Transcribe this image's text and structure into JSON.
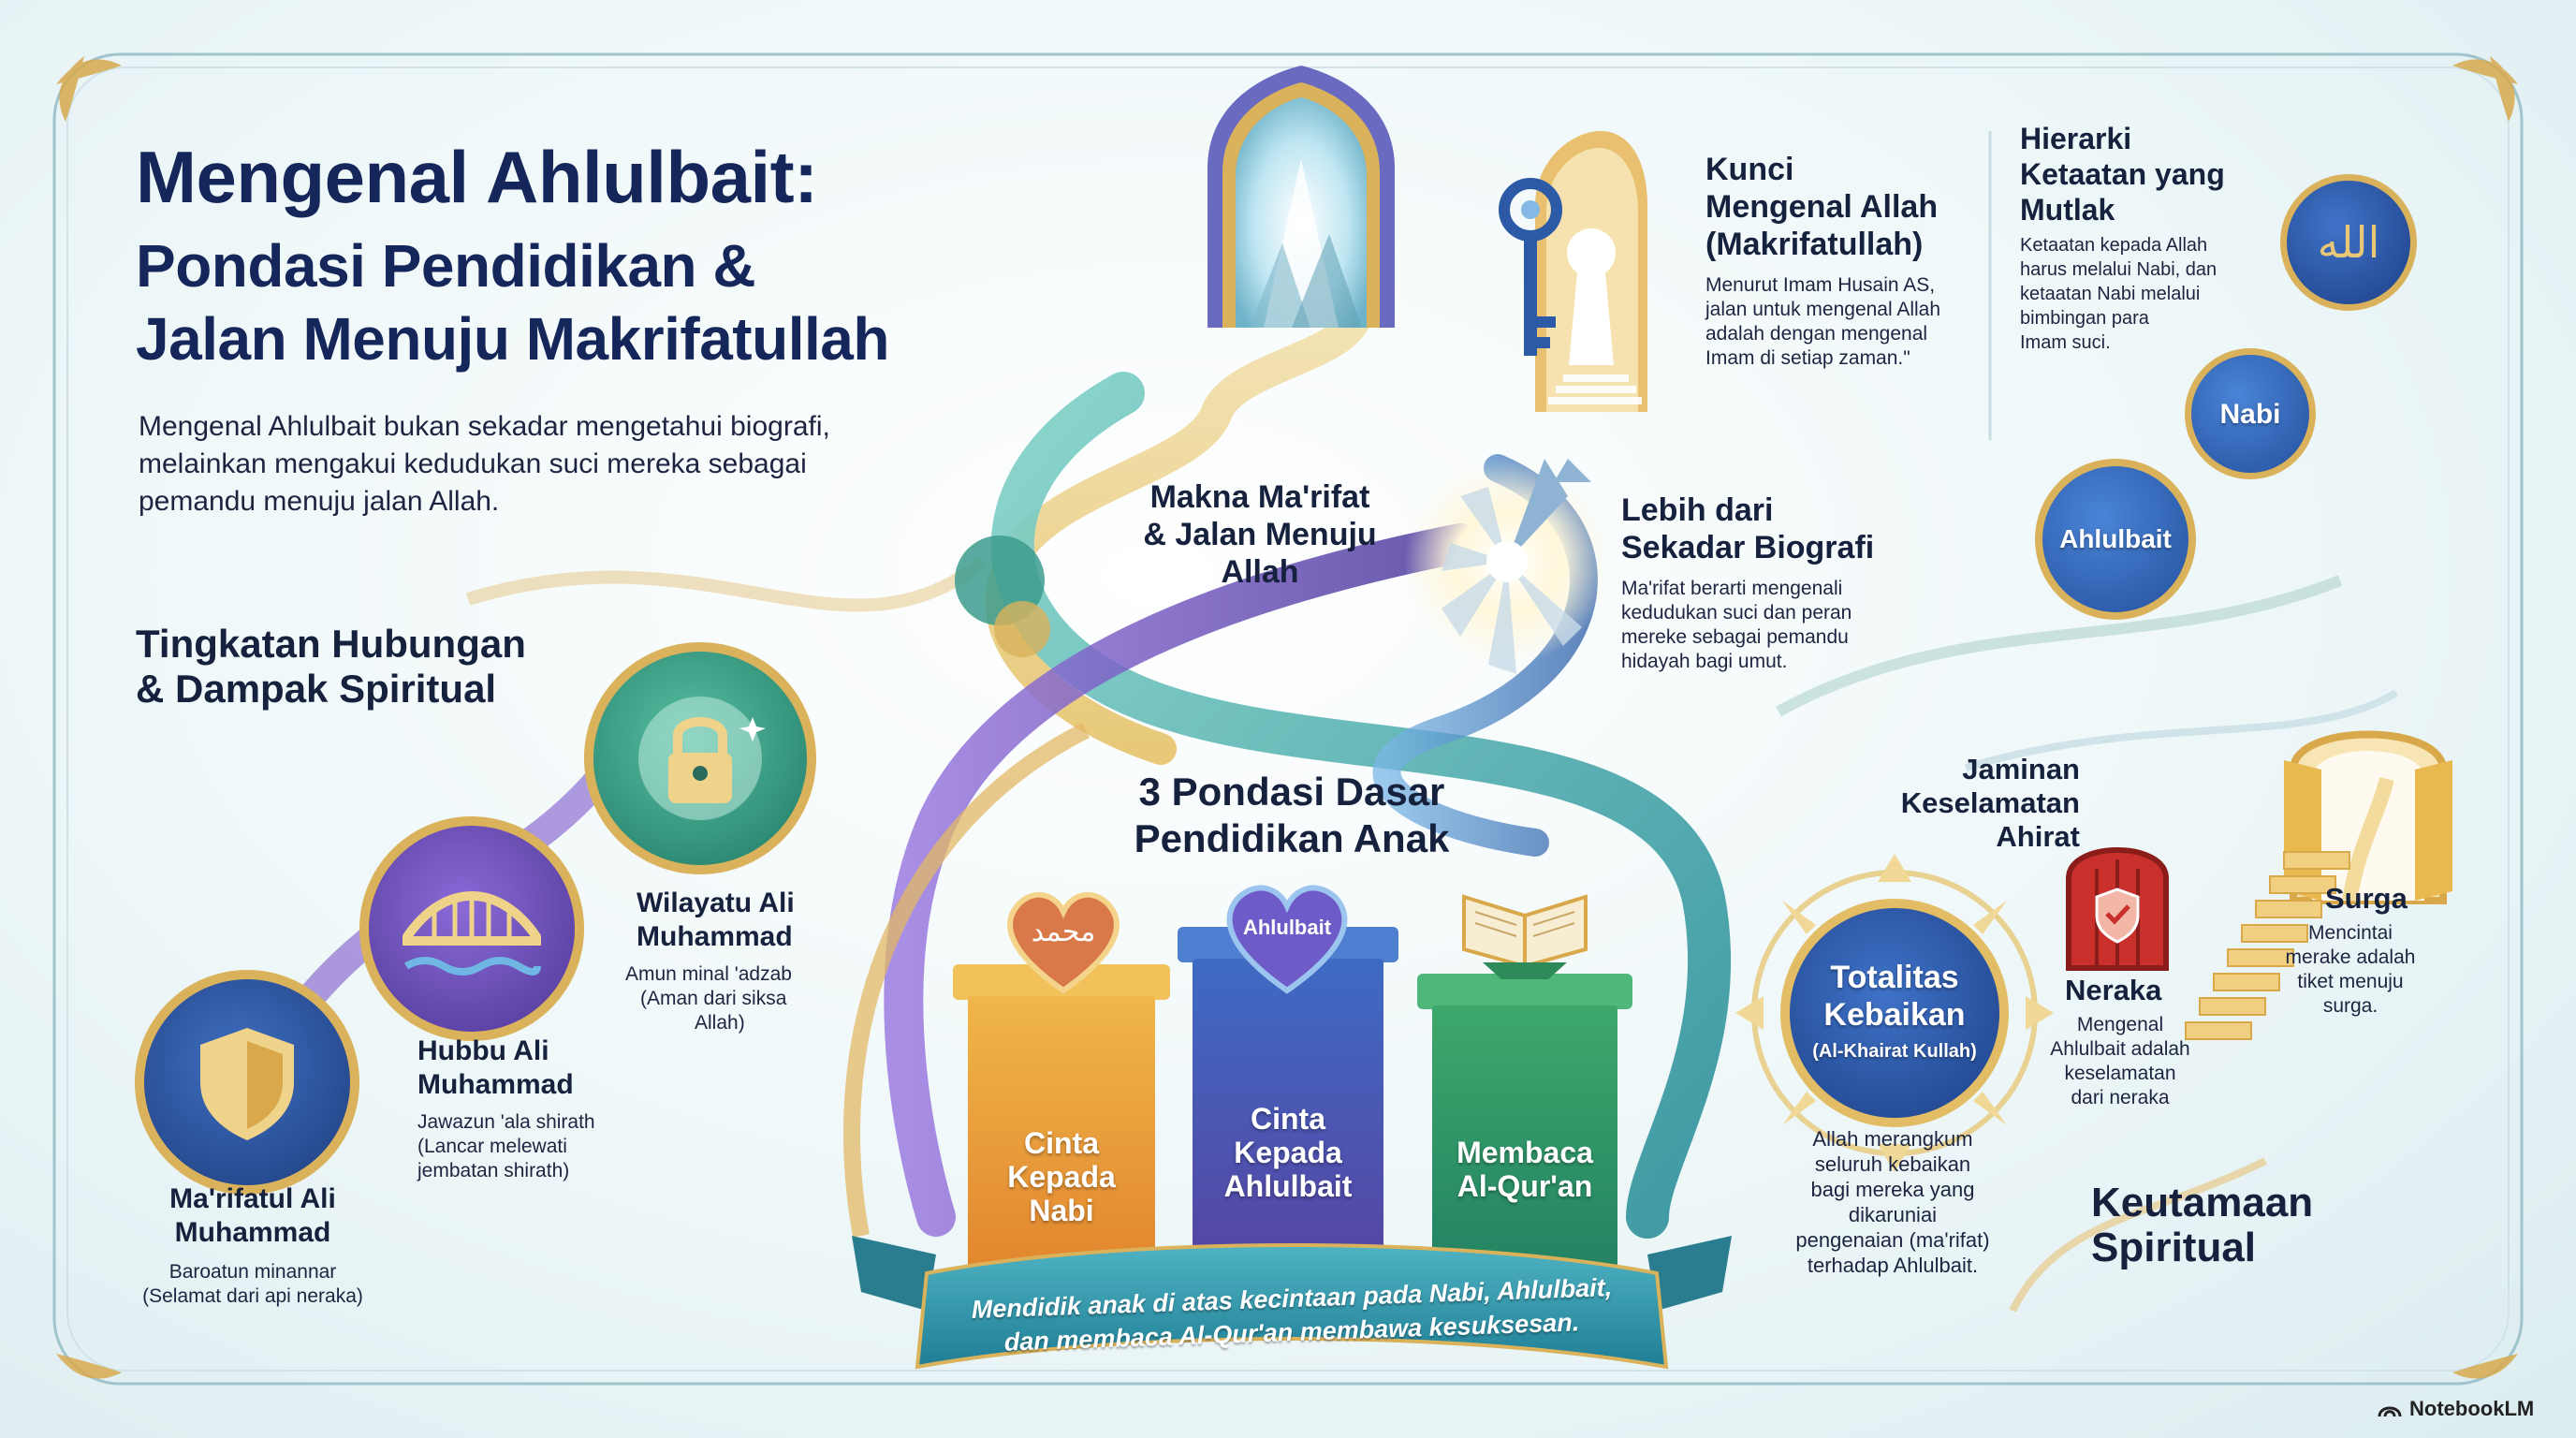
{
  "title": {
    "line1": "Mengenal Ahlulbait:",
    "line2": "Pondasi Pendidikan &",
    "line3": "Jalan Menuju Makrifatullah"
  },
  "intro": {
    "line1": "Mengenal Ahlulbait bukan sekadar mengetahui biografi,",
    "line2": "melainkan mengakui kedudukan suci mereka sebagai",
    "line3": "pemandu menuju jalan Allah."
  },
  "key_section": {
    "heading1": "Kunci",
    "heading2": "Mengenal Allah",
    "heading3": "(Makrifatullah)",
    "body1": "Menurut Imam Husain AS,",
    "body2": "jalan untuk mengenal Allah",
    "body3": "adalah dengan mengenal",
    "body4": "Imam di setiap zaman.\""
  },
  "hierarchy": {
    "heading1": "Hierarki",
    "heading2": "Ketaatan yang",
    "heading3": "Mutlak",
    "body1": "Ketaatan kepada Allah",
    "body2": "harus melalui Nabi, dan",
    "body3": "ketaatan Nabi melalui",
    "body4": "bimbingan para",
    "body5": "Imam suci.",
    "circle_top": "الله",
    "circle_mid": "Nabi",
    "circle_low": "Ahlulbait"
  },
  "makna": {
    "heading1": "Makna Ma'rifat",
    "heading2": "& Jalan Menuju",
    "heading3": "Allah"
  },
  "biografi": {
    "heading1": "Lebih dari",
    "heading2": "Sekadar Biografi",
    "body1": "Ma'rifat berarti mengenali",
    "body2": "kedudukan suci dan peran",
    "body3": "mereke sebagai pemandu",
    "body4": "hidayah bagi umut."
  },
  "tingkatan": {
    "heading1": "Tingkatan Hubungan",
    "heading2": "& Dampak Spiritual",
    "levels": [
      {
        "title1": "Ma'rifatul Ali",
        "title2": "Muhammad",
        "desc1": "Baroatun minannar",
        "desc2": "(Selamat dari api neraka)",
        "icon": "shield-icon"
      },
      {
        "title1": "Hubbu Ali",
        "title2": "Muhammad",
        "desc1": "Jawazun 'ala shirath",
        "desc2": "(Lancar melewati",
        "desc3": "jembatan shirath)",
        "icon": "bridge-icon"
      },
      {
        "title1": "Wilayatu Ali",
        "title2": "Muhammad",
        "desc1": "Amun minal 'adzab",
        "desc2": "(Aman dari siksa",
        "desc3": "Allah)",
        "icon": "lock-icon"
      }
    ]
  },
  "pondasi": {
    "heading1": "3 Pondasi Dasar",
    "heading2": "Pendidikan Anak",
    "pillars": [
      {
        "label1": "Cinta",
        "label2": "Kepada",
        "label3": "Nabi",
        "icon": "heart-muhammad-icon",
        "heart_text": "محمد"
      },
      {
        "label1": "Cinta",
        "label2": "Kepada",
        "label3": "Ahlulbait",
        "icon": "heart-ahlulbait-icon",
        "heart_text": "Ahlulbait"
      },
      {
        "label1": "Membaca",
        "label2": "Al-Qur'an",
        "label3": "",
        "icon": "quran-icon"
      }
    ],
    "ribbon1": "Mendidik anak di atas kecintaan pada Nabi, Ahlulbait,",
    "ribbon2": "dan membaca Al-Qur'an membawa kesuksesan."
  },
  "totalitas": {
    "line1": "Totalitas",
    "line2": "Kebaikan",
    "line3": "(Al-Khairat Kullah)",
    "body1": "Allah merangkum",
    "body2": "seluruh kebaikan",
    "body3": "bagi mereka yang",
    "body4": "dikaruniai",
    "body5": "pengenaian (ma'rifat)",
    "body6": "terhadap Ahlulbait."
  },
  "jaminan": {
    "heading1": "Jaminan",
    "heading2": "Keselamatan",
    "heading3": "Ahirat",
    "neraka_title": "Neraka",
    "neraka1": "Mengenal",
    "neraka2": "Ahlulbait adalah",
    "neraka3": "keselamatan",
    "neraka4": "dari neraka",
    "surga_title": "Surga",
    "surga1": "Mencintai",
    "surga2": "merake adalah",
    "surga3": "tiket menuju",
    "surga4": "surga."
  },
  "keutamaan": {
    "line1": "Keutamaan",
    "line2": "Spiritual"
  },
  "brand": "NotebookLM",
  "colors": {
    "navy": "#15275a",
    "gold": "#d9a84a",
    "teal": "#3aa893",
    "purple": "#6a4fb0",
    "orange": "#e88a2c",
    "blue": "#2e5bb8",
    "green": "#2f9a5a"
  }
}
